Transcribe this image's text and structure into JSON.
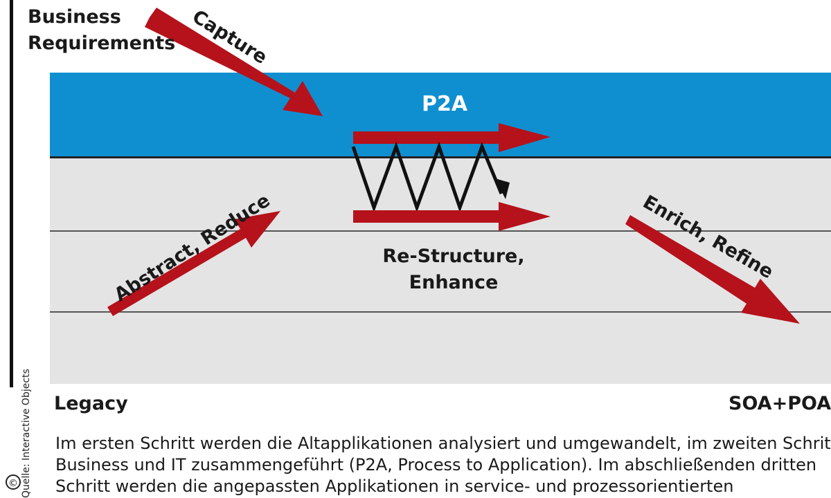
{
  "labels": {
    "business_requirements": [
      "Business",
      "Requirements"
    ],
    "capture": "Capture",
    "p2a": "P2A",
    "abstract_reduce": "Abstract, Reduce",
    "restructure": [
      "Re-Structure,",
      "Enhance"
    ],
    "enrich_refine": "Enrich, Refine",
    "legacy": "Legacy",
    "soa_poa": "SOA+POA"
  },
  "caption": {
    "lines": [
      "Im ersten Schritt werden die Altapplikationen analysiert und umgewandelt, im zweiten Schritt",
      "Business und IT zusammengeführt (P2A, Process to Application). Im abschließenden dritten",
      "Schritt werden die angepassten Applikationen in service- und prozessorientierten"
    ]
  },
  "source": "Quelle: Interactive Objects",
  "copyright_symbol": "©",
  "colors": {
    "blue_band": "#0f8fd0",
    "grey_band": "#e4e4e4",
    "arrow_red": "#b5121b",
    "zigzag": "#111111"
  }
}
